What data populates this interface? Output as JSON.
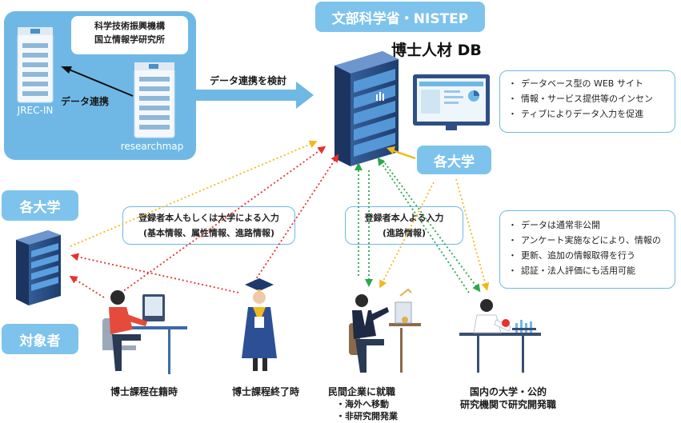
{
  "top_panel": {
    "org_line1": "科学技術振興機構",
    "org_line2": "国立情報学研究所",
    "jrec_label": "JREC-IN",
    "researchmap_label": "researchmap",
    "link_label": "データ連携"
  },
  "link_consider_label": "データ連携を検討",
  "mext_tag": "文部科学省・NISTEP",
  "db_title": "博士人材 DB",
  "db_features": [
    "データベース型の WEB サイト",
    "情報・サービス提供等のインセン",
    "ティブによりデータ入力を促進"
  ],
  "universities_tag_right": "各大学",
  "universities_tag_left": "各大学",
  "targets_tag": "対象者",
  "input_box_left": {
    "line1": "登録者本人もしくは大学による入力",
    "line2": "(基本情報、属性情報、進路情報)"
  },
  "input_box_center": {
    "line1": "登録者本人よる入力",
    "line2": "(進路情報)"
  },
  "data_policy": [
    "データは通常非公開",
    "アンケート実施などにより、情報の",
    "更新、追加の情報取得を行う",
    "認証・法人評価にも活用可能"
  ],
  "persons": {
    "enrolled": "博士課程在籍時",
    "completed": "博士課程終了時",
    "company": "民間企業に就職",
    "company_sub": [
      "・海外へ移動",
      "・非研究開発業"
    ],
    "research_line1": "国内の大学・公的",
    "research_line2": "研究機関で研究開発職"
  },
  "colors": {
    "panel_blue": "#6fb8e6",
    "tag_blue": "#7ec3ec",
    "arrow_blue": "#6fb8e6",
    "dotted_yellow": "#f2b91c",
    "dotted_red": "#e8312f",
    "dotted_green": "#2aa84a",
    "server_dark": "#2c4a78"
  },
  "icons": [
    "server-icon",
    "monitor-icon",
    "person-desk-icon",
    "graduate-icon",
    "businessman-icon",
    "scientist-icon"
  ]
}
